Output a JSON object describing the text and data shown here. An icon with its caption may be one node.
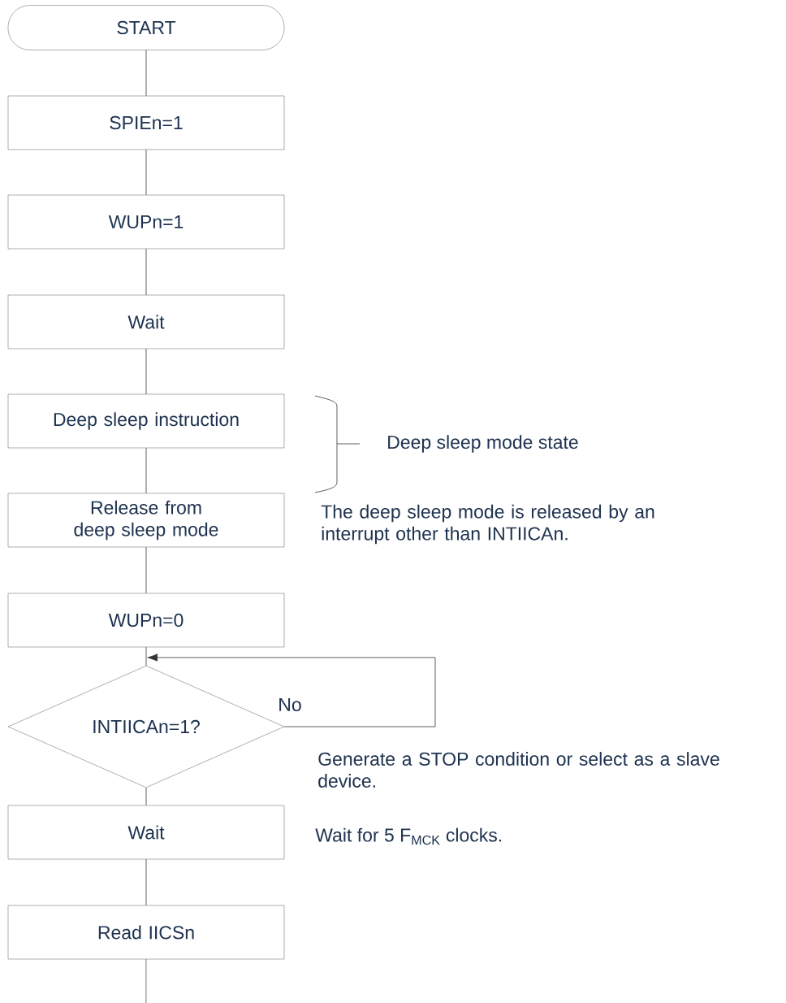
{
  "diagram": {
    "nodes": [
      {
        "text": [
          "START"
        ]
      },
      {
        "text": [
          "SPIEn=1"
        ]
      },
      {
        "text": [
          "WUPn=1"
        ]
      },
      {
        "text": [
          "Wait"
        ]
      },
      {
        "text": [
          "Deep sleep instruction"
        ]
      },
      {
        "text": [
          "Release from deep sleep mode"
        ]
      },
      {
        "text": [
          "WUPn=0"
        ]
      },
      {
        "text": [
          "INTIICAn=1?"
        ]
      },
      {
        "text": [
          "Wait"
        ]
      },
      {
        "text": [
          "Read IICSn"
        ]
      }
    ],
    "edges": [
      {
        "from": 0,
        "to": 1,
        "arrow": "none"
      },
      {
        "from": 1,
        "to": 2,
        "arrow": "none"
      },
      {
        "from": 2,
        "to": 3,
        "arrow": "none"
      },
      {
        "from": 3,
        "to": 4,
        "arrow": "none"
      },
      {
        "from": 4,
        "to": 5,
        "arrow": "none"
      },
      {
        "from": 5,
        "to": 6,
        "arrow": "none"
      },
      {
        "from": 6,
        "to": 7,
        "arrow": "none"
      },
      {
        "from": 7,
        "to": 7,
        "arrow": "to",
        "label": "No"
      },
      {
        "from": 7,
        "to": 8,
        "arrow": "none"
      },
      {
        "from": 8,
        "to": 9,
        "arrow": "none"
      },
      {
        "from": 9,
        "to": null,
        "arrow": "none"
      }
    ],
    "labels": [
      "Deep sleep mode state",
      "The deep sleep mode is released by an interrupt other than INTIICAn.",
      "Generate a STOP condition or select as a slave device.",
      "Wait for 5 F$_{MCK}$ clocks."
    ]
  }
}
